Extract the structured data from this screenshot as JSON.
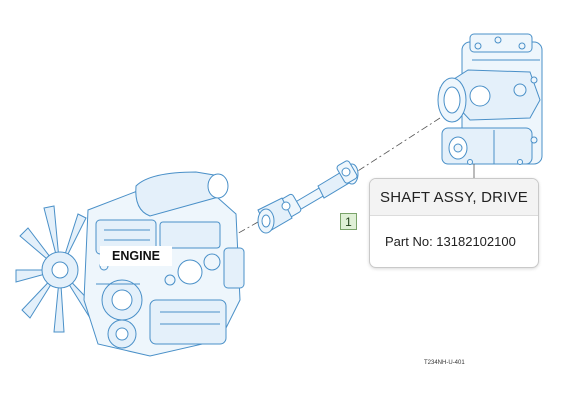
{
  "labels": {
    "engine": "ENGINE",
    "drawing_code": "T234NH-U-401"
  },
  "callout": {
    "item_number": "1",
    "title": "SHAFT ASSY, DRIVE",
    "part_no": "Part No: 13182102100"
  },
  "colors": {
    "line_art": "#4a90c8",
    "fill_light": "#e9f3fb",
    "badge_fill": "#dff0d6",
    "badge_border": "#7aa36a"
  }
}
